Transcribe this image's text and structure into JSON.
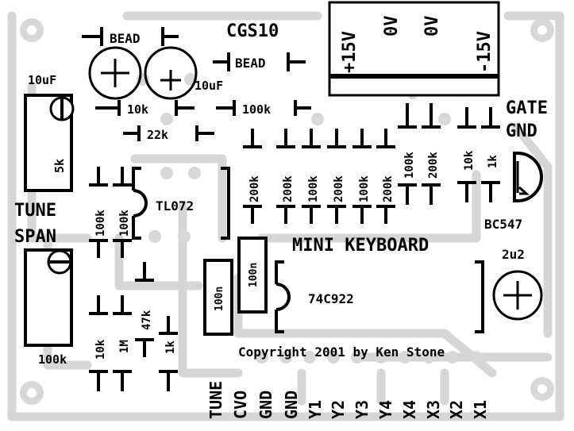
{
  "board": {
    "title": "CGS10",
    "copyright": "Copyright 2001 by Ken Stone",
    "section_label": "MINI KEYBOARD",
    "colors": {
      "silkscreen": "#000000",
      "copper": "#d8d8d8",
      "background": "#ffffff"
    }
  },
  "power_connector": {
    "pins": [
      "+15V",
      "0V",
      "0V",
      "-15V"
    ]
  },
  "components": {
    "bead1": "BEAD",
    "bead2": "BEAD",
    "cap1": "10uF",
    "cap2": "10uF",
    "r_10k_top": "10k",
    "r_22k": "22k",
    "r_100k_top": "100k",
    "trim_tune_value": "5k",
    "tune_label": "TUNE",
    "span_label": "SPAN",
    "trim_span_value": "100k",
    "opamp": "TL072",
    "r_100k_a": "100k",
    "r_100k_b": "100k",
    "r_200k_a": "200k",
    "ladder": [
      "200k",
      "100k",
      "200k",
      "100k",
      "200k"
    ],
    "r_100k_c": "100k",
    "r_200k_b": "200k",
    "r_10k_q": "10k",
    "r_1k_q": "1k",
    "gate_label": "GATE",
    "gnd_label": "GND",
    "transistor": "BC547",
    "cap_100n_a": "100n",
    "cap_100n_b": "100n",
    "encoder": "74C922",
    "cap_2u2": "2u2",
    "r_10k_bottom": "10k",
    "r_1m": "1M",
    "r_47k": "47k",
    "r_1k_bottom": "1k"
  },
  "bottom_pins": [
    "TUNE",
    "CVO",
    "GND",
    "GND",
    "Y1",
    "Y2",
    "Y3",
    "Y4",
    "X4",
    "X3",
    "X2",
    "X1"
  ]
}
